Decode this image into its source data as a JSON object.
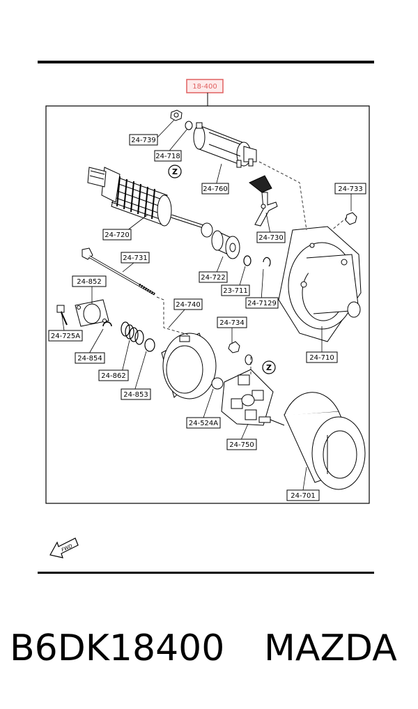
{
  "assembly_label": "18-400",
  "parts": [
    {
      "id": "p739",
      "num": "24-739"
    },
    {
      "id": "p718",
      "num": "24-718"
    },
    {
      "id": "p760",
      "num": "24-760"
    },
    {
      "id": "p733",
      "num": "24-733"
    },
    {
      "id": "p720",
      "num": "24-720"
    },
    {
      "id": "p730",
      "num": "24-730"
    },
    {
      "id": "p731",
      "num": "24-731"
    },
    {
      "id": "p722",
      "num": "24-722"
    },
    {
      "id": "p852",
      "num": "24-852"
    },
    {
      "id": "p711",
      "num": "23-711"
    },
    {
      "id": "p7129",
      "num": "24-7129"
    },
    {
      "id": "p740",
      "num": "24-740"
    },
    {
      "id": "p725A",
      "num": "24-725A"
    },
    {
      "id": "p734",
      "num": "24-734"
    },
    {
      "id": "p854",
      "num": "24-854"
    },
    {
      "id": "p710",
      "num": "24-710"
    },
    {
      "id": "p862",
      "num": "24-862"
    },
    {
      "id": "p853",
      "num": "24-853"
    },
    {
      "id": "p524A",
      "num": "24-524A"
    },
    {
      "id": "p750",
      "num": "24-750"
    },
    {
      "id": "p701",
      "num": "24-701"
    }
  ],
  "markers": {
    "z_mark": "Z"
  },
  "fwd_arrow_text": "FWD",
  "footer": {
    "part_number": "B6DK18400",
    "brand": "MAZDA"
  }
}
